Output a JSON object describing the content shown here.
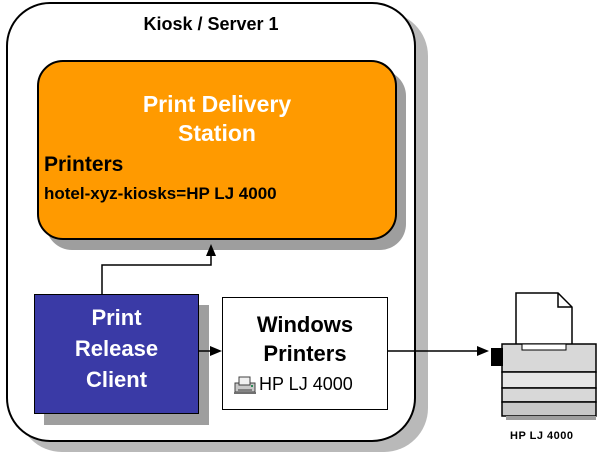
{
  "kiosk": {
    "title": "Kiosk / Server 1"
  },
  "print_delivery_station": {
    "title_line1": "Print Delivery",
    "title_line2": "Station",
    "printers_heading": "Printers",
    "printers_mapping": "hotel-xyz-kiosks=HP LJ 4000"
  },
  "print_release_client": {
    "line1": "Print",
    "line2": "Release",
    "line3": "Client"
  },
  "windows_printers": {
    "line1": "Windows",
    "line2": "Printers",
    "printer_name": "HP LJ 4000",
    "icon": "printer-icon"
  },
  "physical_printer": {
    "label": "HP LJ 4000",
    "icon": "printer-icon"
  },
  "colors": {
    "pds_fill": "#ff9a00",
    "prc_fill": "#3a3aa6",
    "shadow": "#9e9e9e"
  }
}
